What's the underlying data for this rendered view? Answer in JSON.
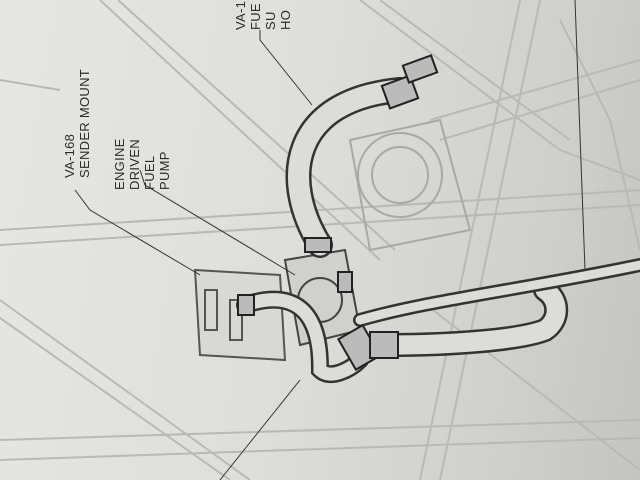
{
  "labels": {
    "sender_mount": [
      "VA-168",
      "SENDER MOUNT"
    ],
    "fuel_pump": [
      "ENGINE",
      "DRIVEN",
      "FUEL",
      "PUMP"
    ],
    "supply_hose": [
      "VA-1",
      "FUE",
      "SU",
      "HO"
    ]
  },
  "colors": {
    "paper": "#e0e0dc",
    "ink": "#2a2a2a",
    "frame": "#b8b8b4"
  }
}
